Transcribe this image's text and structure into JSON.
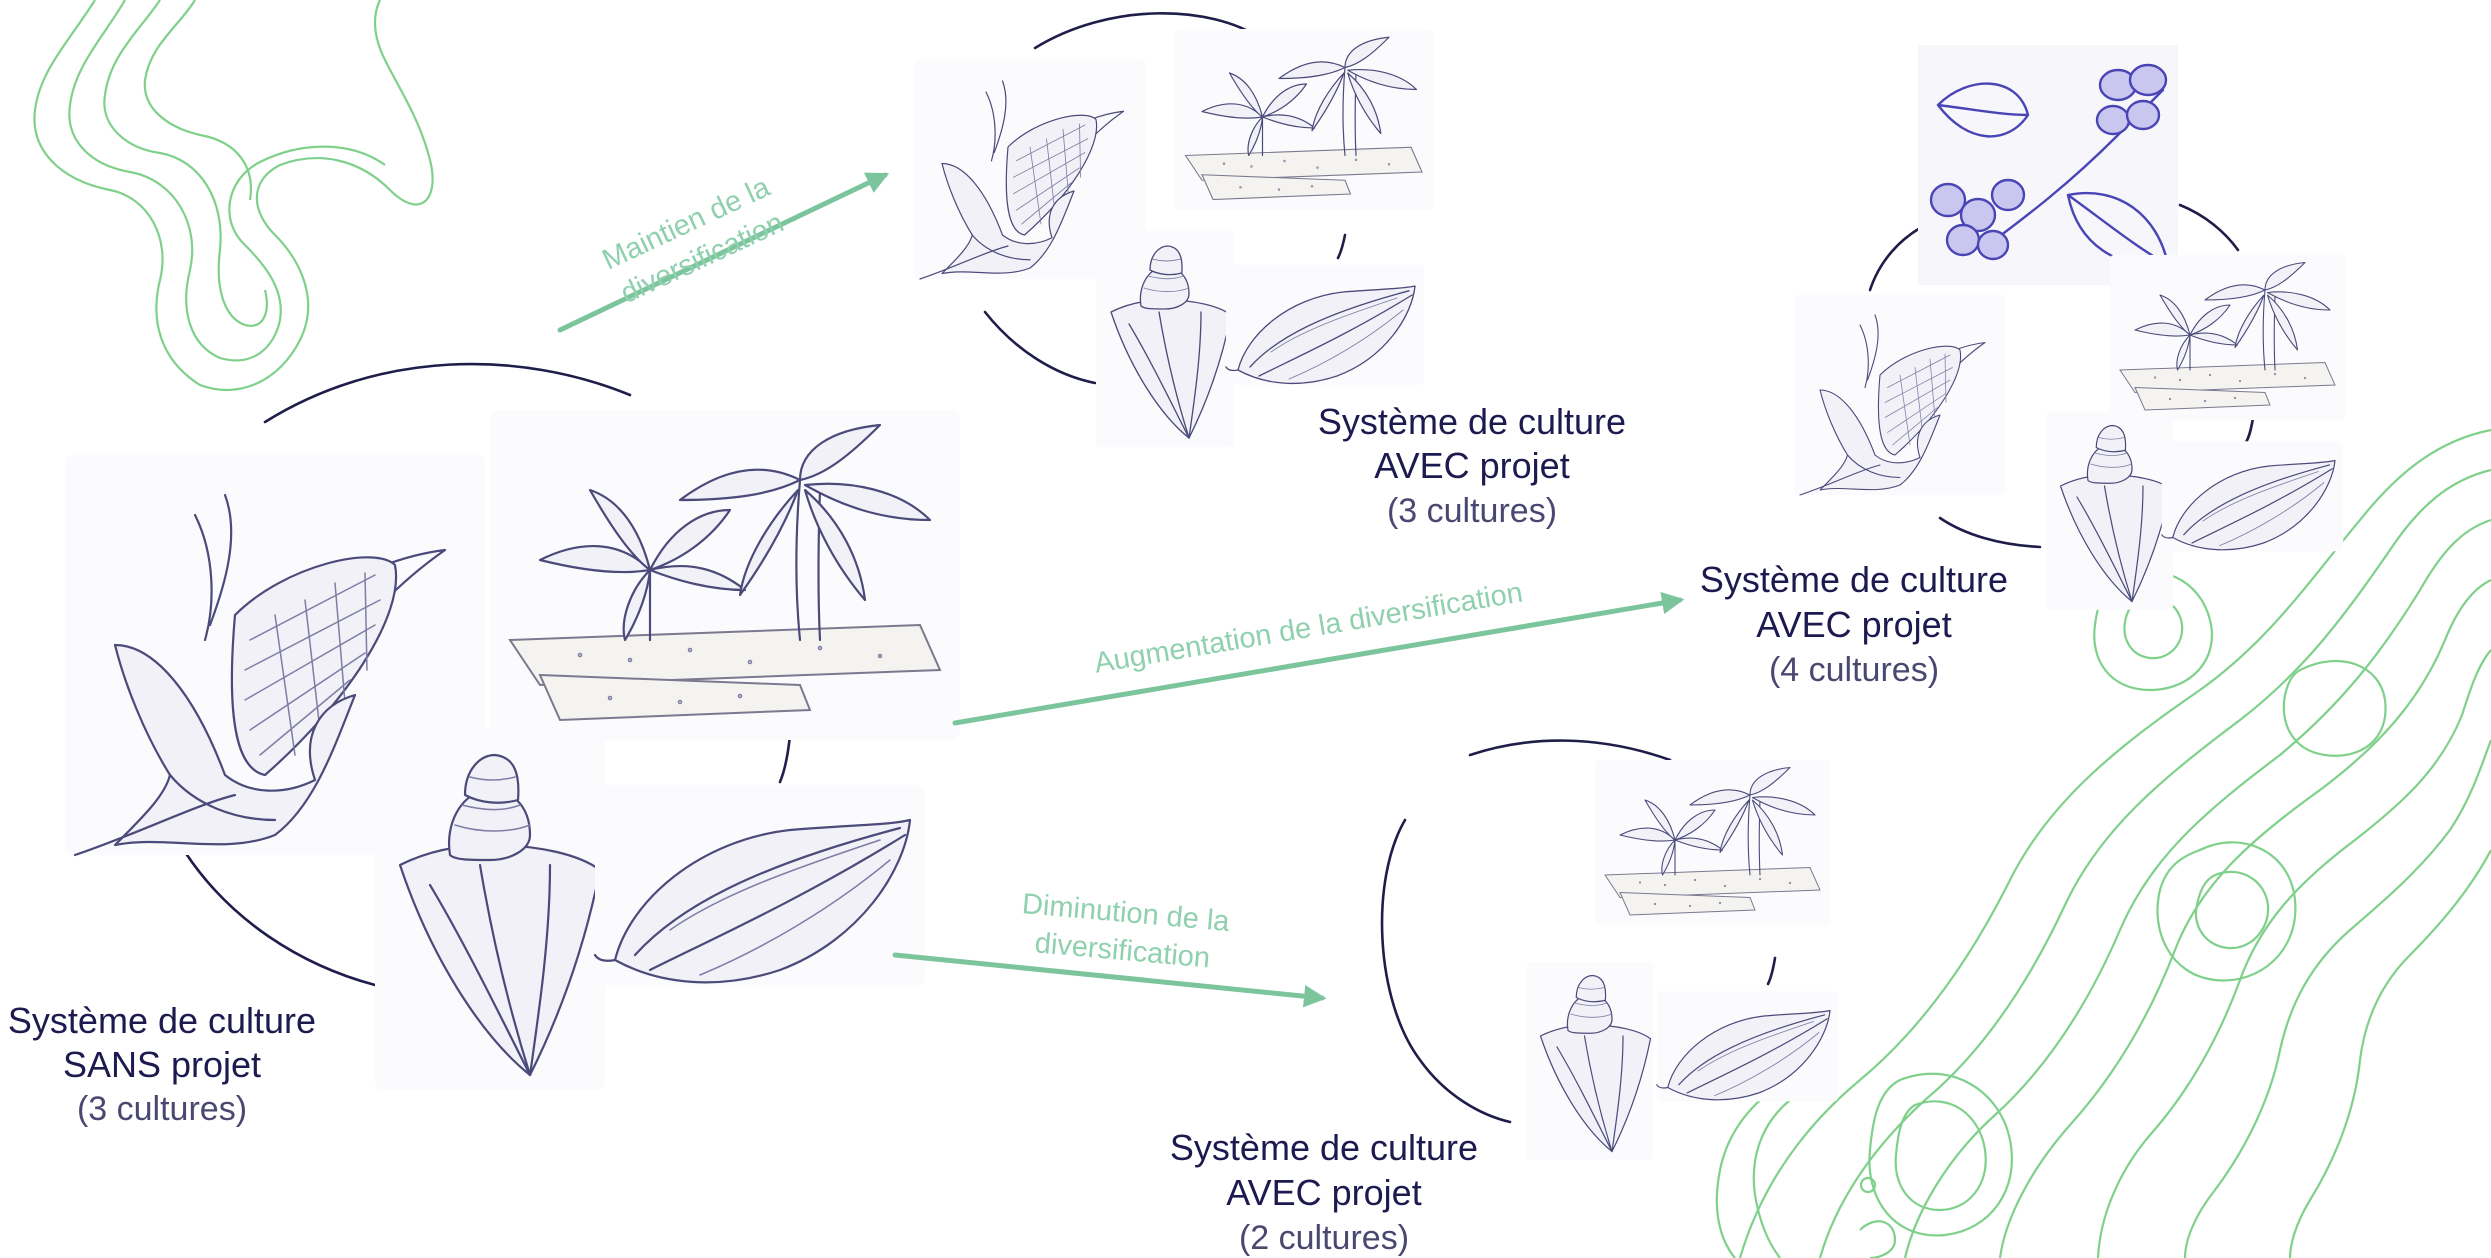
{
  "colors": {
    "title_text": "#1d1a4f",
    "count_text": "#4a4870",
    "arrow": "#7cc59c",
    "arrow_label": "#8fd0ae",
    "contour": "#7fd08a",
    "ring": "#1f1e4a",
    "sketch": "#4b4a7a",
    "coffee": "#4a45b5"
  },
  "systems": {
    "sans": {
      "title": "Système de culture",
      "subtitle": "SANS projet",
      "count": "(3 cultures)",
      "crops": [
        "maize",
        "cassava",
        "cocoa-pod-open",
        "cocoa-pod"
      ]
    },
    "avec3": {
      "title": "Système de culture",
      "subtitle": "AVEC projet",
      "count": "(3 cultures)",
      "crops": [
        "maize",
        "cassava",
        "cocoa-pod-open",
        "cocoa-pod"
      ]
    },
    "avec4": {
      "title": "Système de culture",
      "subtitle": "AVEC projet",
      "count": "(4 cultures)",
      "crops": [
        "coffee",
        "maize",
        "cassava",
        "cocoa-pod-open",
        "cocoa-pod"
      ]
    },
    "avec2": {
      "title": "Système de culture",
      "subtitle": "AVEC projet",
      "count": "(2 cultures)",
      "crops": [
        "cassava",
        "cocoa-pod-open",
        "cocoa-pod"
      ]
    }
  },
  "arrows": {
    "maintien": {
      "line1": "Maintien de la",
      "line2": "diversification"
    },
    "augmentation": {
      "line1": "Augmentation de la diversification"
    },
    "diminution": {
      "line1": "Diminution de la",
      "line2": "diversification"
    }
  }
}
